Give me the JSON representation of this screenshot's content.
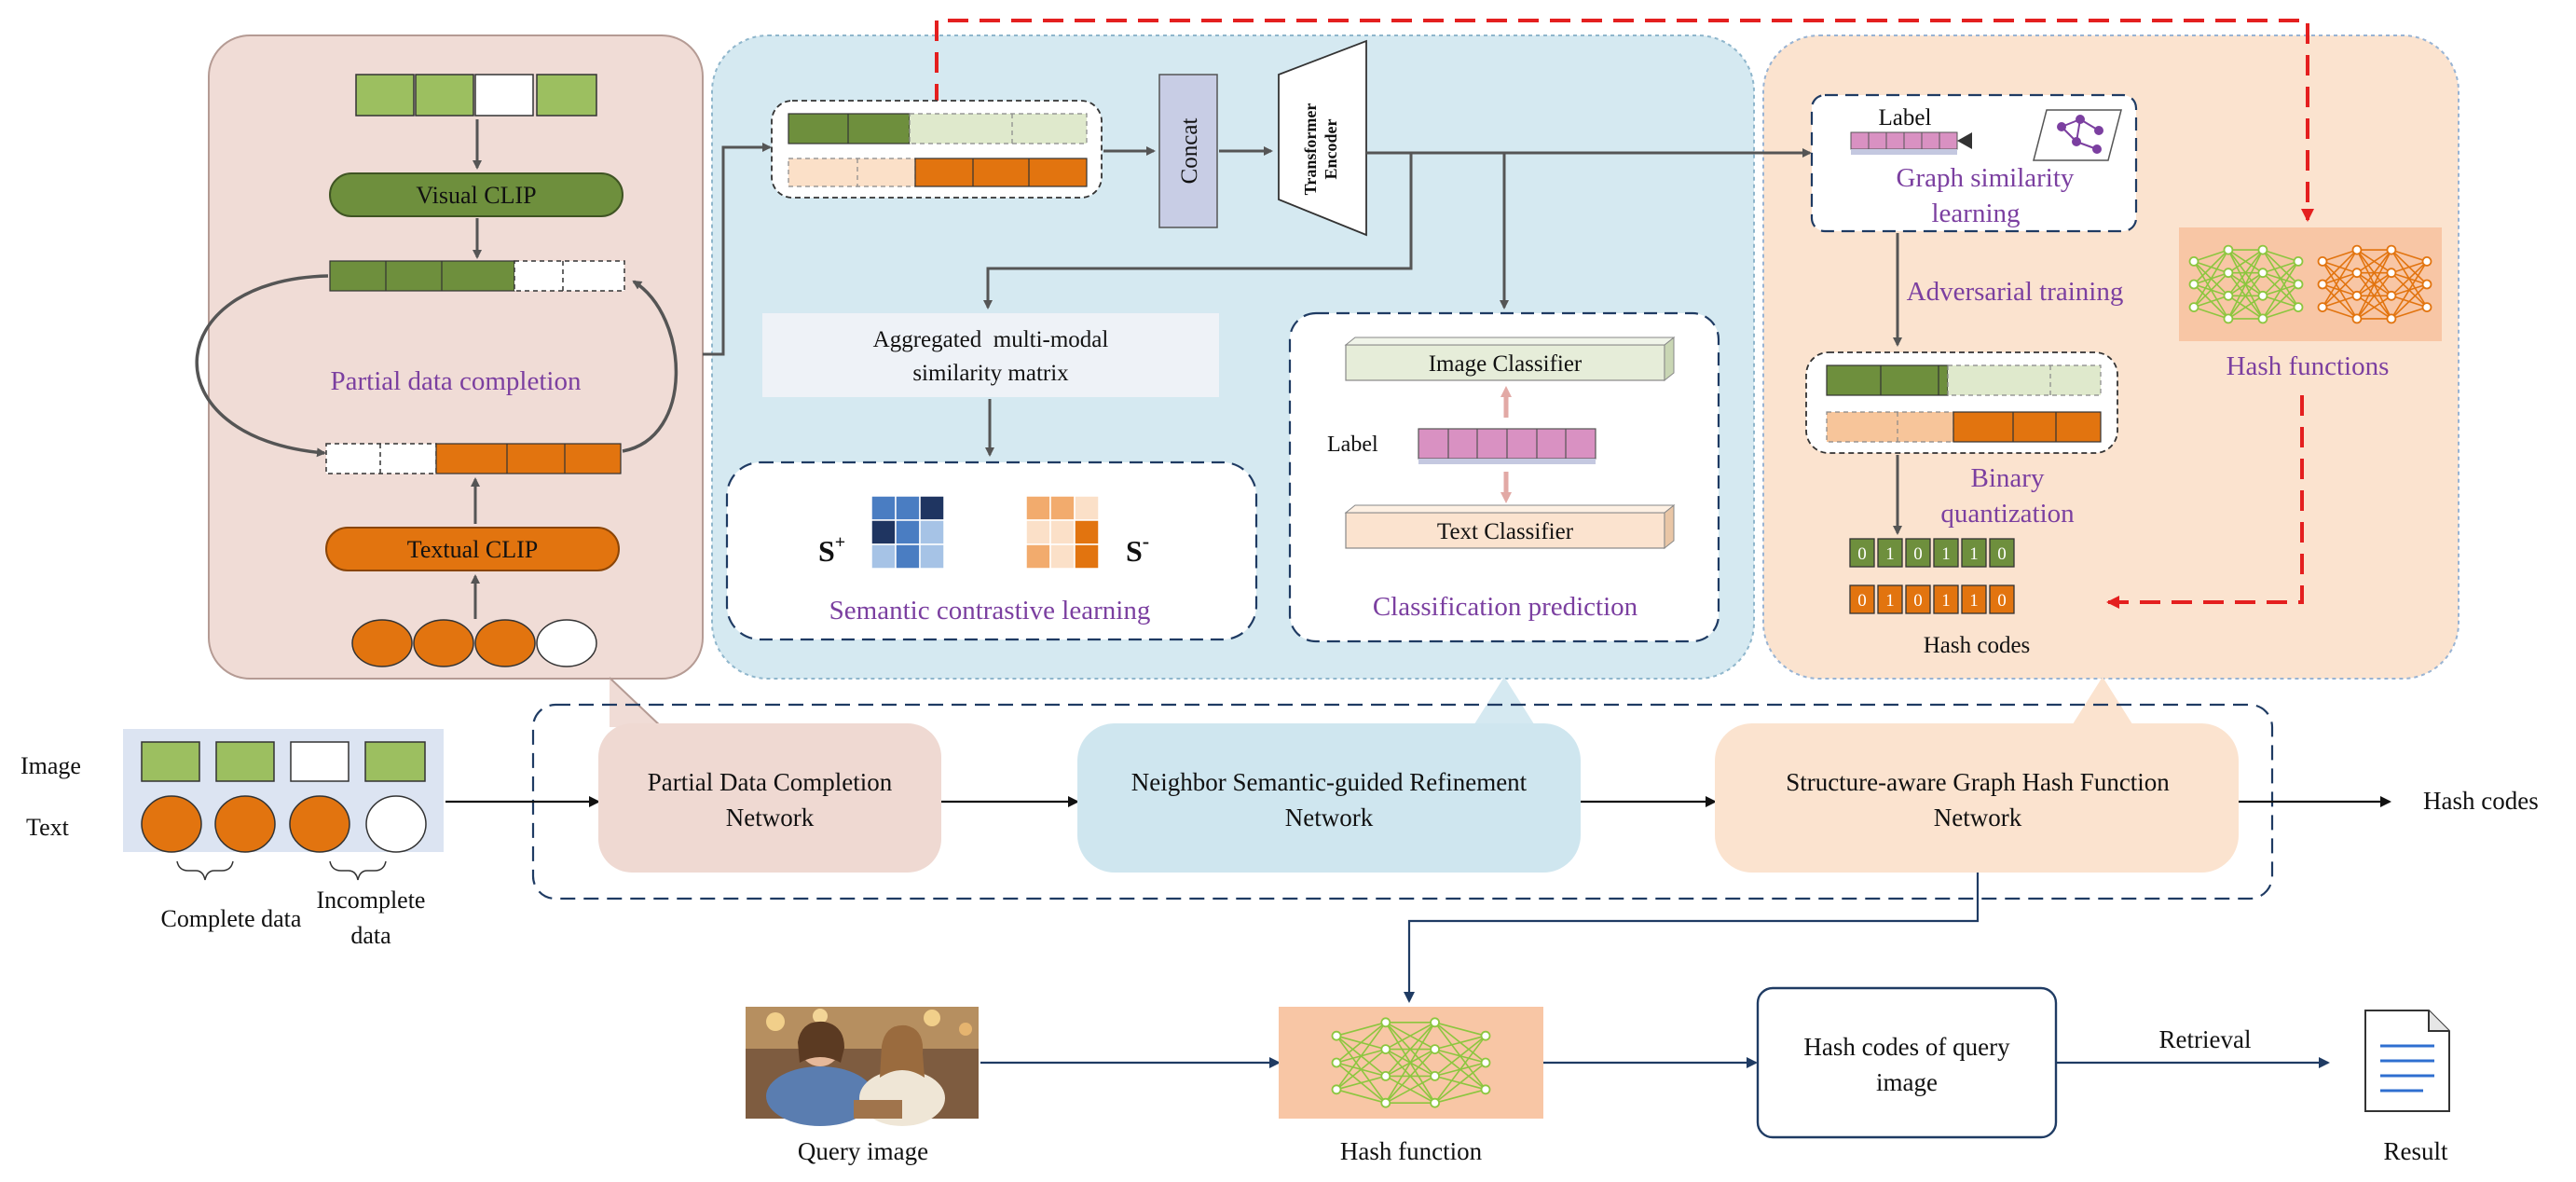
{
  "panel1": {
    "visual_clip": "Visual CLIP",
    "textual_clip": "Textual CLIP",
    "caption": "Partial data completion"
  },
  "panel2": {
    "concat": "Concat",
    "transformer_line1": "Transformer",
    "transformer_line2": "Encoder",
    "aggregated_line1": "Aggregated  multi-modal",
    "aggregated_line2": "similarity matrix",
    "s_plus": "S",
    "s_plus_sup": "+",
    "s_minus": "S",
    "s_minus_sup": "-",
    "contrastive_caption": "Semantic contrastive learning",
    "image_classifier": "Image Classifier",
    "label": "Label",
    "text_classifier": "Text Classifier",
    "classification_caption": "Classification prediction"
  },
  "panel3": {
    "label": "Label",
    "graph_line1": "Graph similarity",
    "graph_line2": "learning",
    "adversarial": "Adversarial training",
    "hash_functions": "Hash functions",
    "binary_line1": "Binary",
    "binary_line2": "quantization",
    "code_row1": [
      "0",
      "1",
      "0",
      "1",
      "1",
      "0"
    ],
    "code_row2": [
      "0",
      "1",
      "0",
      "1",
      "1",
      "0"
    ],
    "hash_codes": "Hash codes"
  },
  "pipeline": {
    "image_label": "Image",
    "text_label": "Text",
    "complete_data": "Complete data",
    "incomplete_line1": "Incomplete",
    "incomplete_line2": "data",
    "box1_line1": "Partial Data Completion",
    "box1_line2": "Network",
    "box2_line1": "Neighbor Semantic-guided Refinement",
    "box2_line2": "Network",
    "box3_line1": "Structure-aware Graph Hash Function",
    "box3_line2": "Network",
    "output": "Hash codes"
  },
  "query": {
    "query_image": "Query image",
    "hash_function": "Hash function",
    "box_line1": "Hash codes of query",
    "box_line2": "image",
    "retrieval": "Retrieval",
    "result": "Result"
  },
  "colors": {
    "green": "#6e8f3d",
    "light_green": "#9cbf60",
    "orange": "#e2740f",
    "purple_text": "#7b3fa0",
    "pink_panel": "#f0dcd6",
    "blue_panel": "#d5e9f1",
    "peach_panel": "#fbe3cf",
    "navy": "#1f3b63",
    "red_dash": "#e41f1f",
    "label_pink": "#d991c2"
  }
}
